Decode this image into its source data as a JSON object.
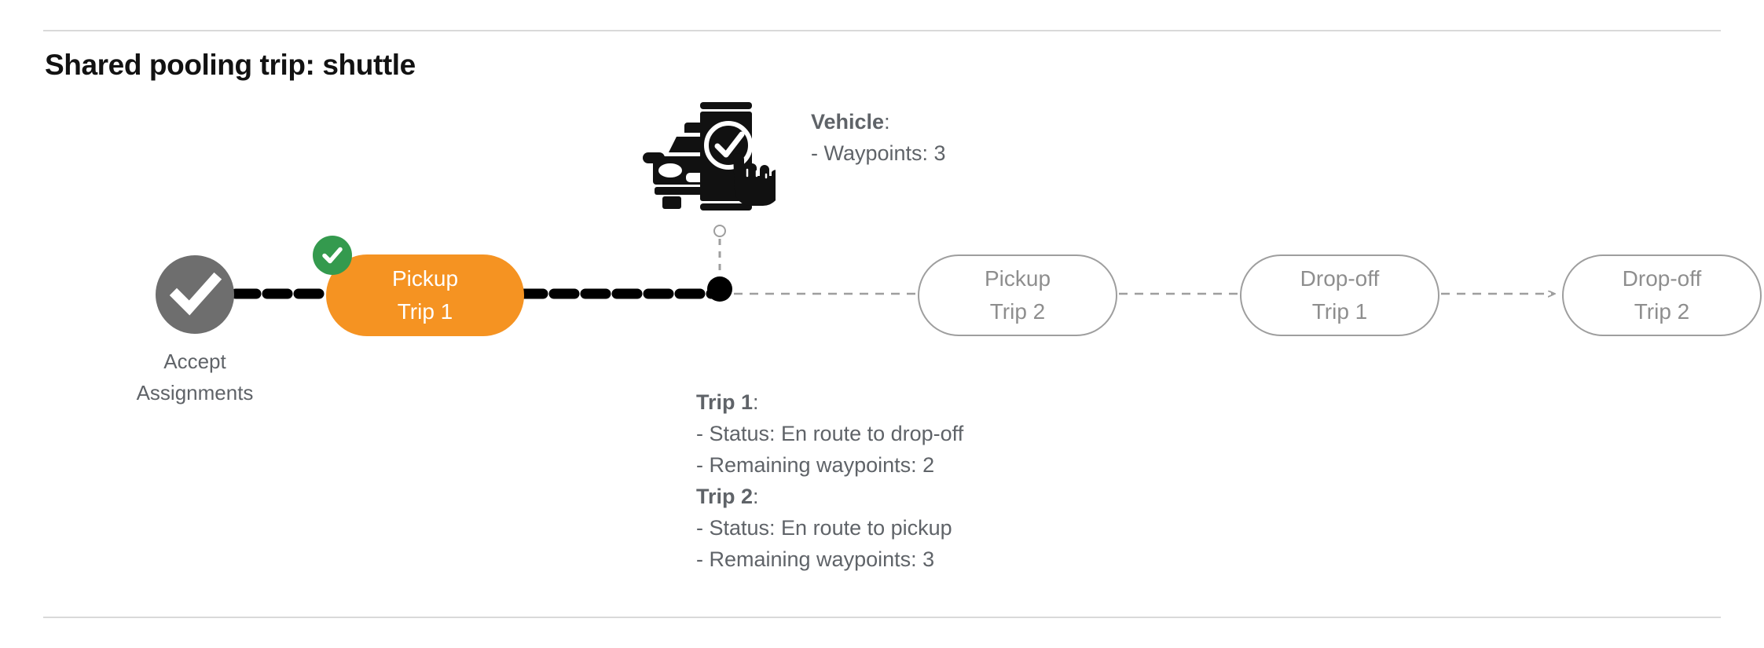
{
  "page": {
    "title": "Shared pooling trip: shuttle"
  },
  "flow": {
    "start_node": {
      "icon": "check-circle-icon",
      "label_line1": "Accept",
      "label_line2": "Assignments"
    },
    "steps": [
      {
        "line1": "Pickup",
        "line2": "Trip 1",
        "state": "active",
        "badge": "completed-check-icon"
      },
      {
        "line1": "Pickup",
        "line2": "Trip 2",
        "state": "pending"
      },
      {
        "line1": "Drop-off",
        "line2": "Trip 1",
        "state": "pending"
      },
      {
        "line1": "Drop-off",
        "line2": "Trip 2",
        "state": "pending"
      }
    ]
  },
  "vehicle_marker": {
    "icon": "vehicle-app-check-icon",
    "heading": "Vehicle",
    "heading_colon": ":",
    "detail_waypoints": "- Waypoints: 3"
  },
  "trip_details": {
    "trip1_heading": "Trip 1",
    "trip1_heading_colon": ":",
    "trip1_status": "- Status:  En route to drop-off",
    "trip1_waypoints": "- Remaining waypoints: 2",
    "trip2_heading": "Trip 2",
    "trip2_heading_colon": ":",
    "trip2_status": "- Status:  En route to pickup",
    "trip2_waypoints": "- Remaining waypoints: 3"
  },
  "colors": {
    "active_step": "#f59322",
    "completed_badge": "#349a4e",
    "start_node": "#6e6e6e",
    "pending_border": "#9e9e9e",
    "text_gray": "#5f6368",
    "divider": "#d9d9d9",
    "traveled_path": "#000000",
    "upcoming_path": "#9e9e9e"
  }
}
